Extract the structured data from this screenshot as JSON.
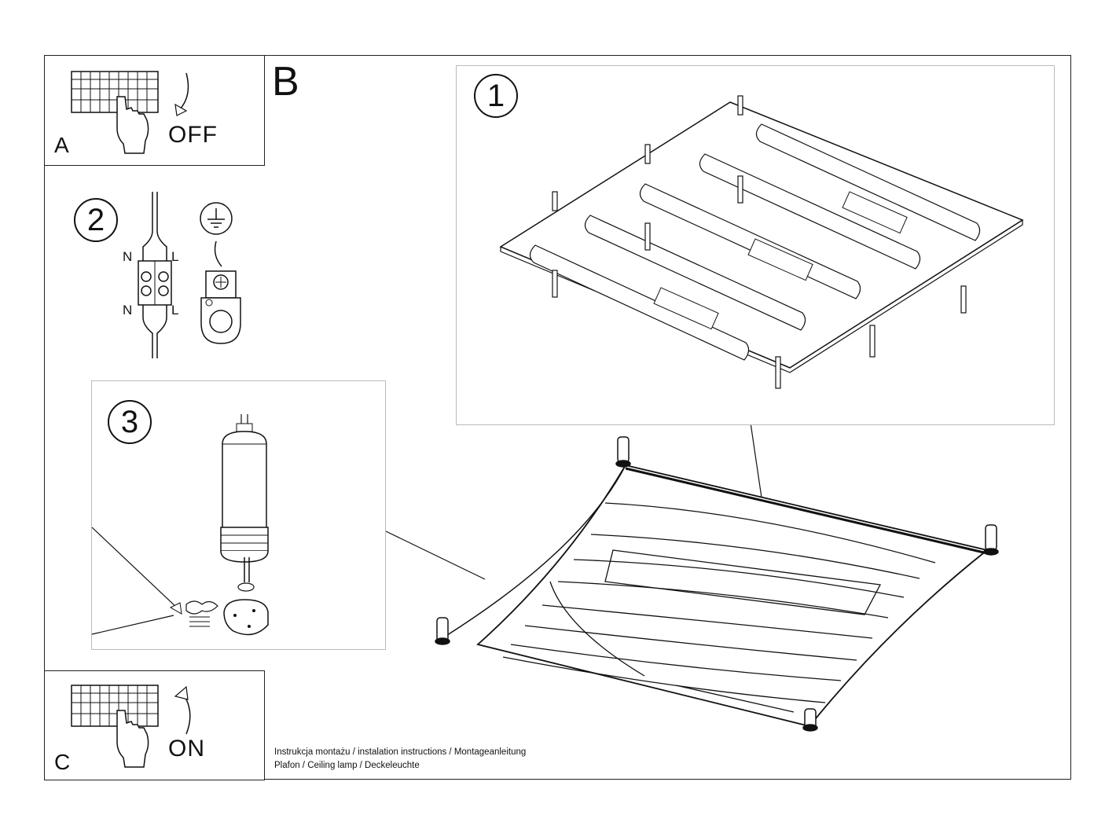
{
  "steps": {
    "a": {
      "letter": "A",
      "action": "OFF",
      "icon": "circuit-breaker-off-icon"
    },
    "b": {
      "letter": "B"
    },
    "c": {
      "letter": "C",
      "action": "ON",
      "icon": "circuit-breaker-on-icon"
    },
    "one": {
      "number": "1"
    },
    "two": {
      "number": "2",
      "wire_labels": {
        "top_left": "N",
        "top_right": "L",
        "bottom_left": "N",
        "bottom_right": "L"
      },
      "icon": "ground-symbol-icon"
    },
    "three": {
      "number": "3"
    }
  },
  "footer": {
    "line1": "Instrukcja montażu / instalation instructions / Montageanleitung",
    "line2": "Plafon / Ceiling lamp / Deckeleuchte"
  },
  "colors": {
    "stroke": "#111111",
    "panel_border": "#bbbbbb",
    "background": "#ffffff"
  }
}
